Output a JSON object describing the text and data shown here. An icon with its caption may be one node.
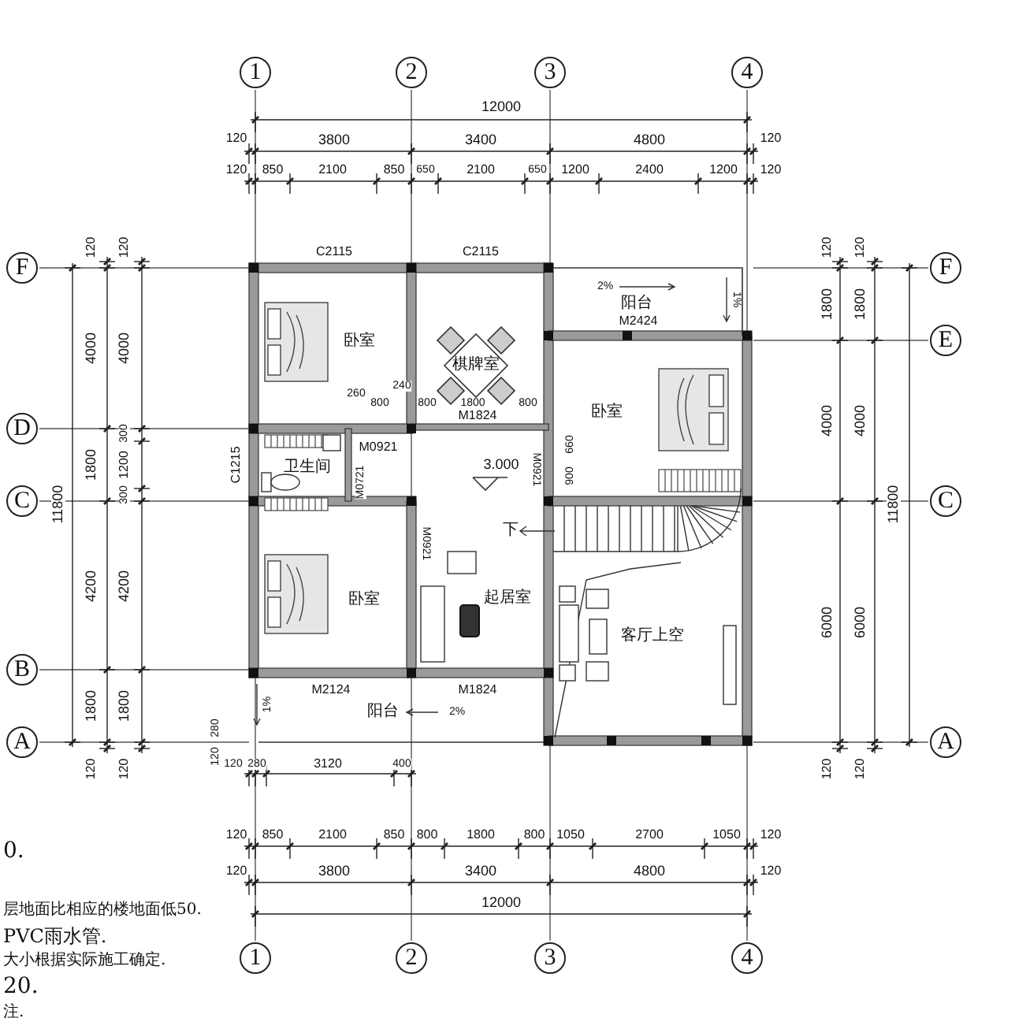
{
  "diagram": {
    "nodes": [
      {
        "text": [
          "1"
        ]
      },
      {
        "text": [
          "2"
        ]
      },
      {
        "text": [
          "3"
        ]
      },
      {
        "text": [
          "4"
        ]
      },
      {
        "text": [
          "F"
        ]
      },
      {
        "text": [
          "F"
        ]
      },
      {
        "text": [
          "E"
        ]
      },
      {
        "text": [
          "D"
        ]
      },
      {
        "text": [
          "C"
        ]
      },
      {
        "text": [
          "C"
        ]
      },
      {
        "text": [
          "B"
        ]
      },
      {
        "text": [
          "A"
        ]
      },
      {
        "text": [
          "A"
        ]
      },
      {
        "text": [
          "1"
        ]
      },
      {
        "text": [
          "2"
        ]
      },
      {
        "text": [
          "3"
        ]
      },
      {
        "text": [
          "4"
        ]
      }
    ],
    "labels": [
      "12000",
      "120",
      "3800",
      "3400",
      "4800",
      "120",
      "120",
      "850",
      "2100",
      "850",
      "650",
      "2100",
      "650",
      "1200",
      "2400",
      "1200",
      "120",
      "120",
      "120",
      "120",
      "120",
      "C2115",
      "C2115",
      "2%",
      "阳台",
      "M2424",
      "1%",
      "4000",
      "4000",
      "1800",
      "1800",
      "卧室",
      "棋牌室",
      "卧室",
      "4000",
      "4000",
      "260",
      "240",
      "800",
      "800",
      "1800",
      "M1824",
      "800",
      "300",
      "1800",
      "1200",
      "300",
      "11800",
      "M0921",
      "卫生间",
      "C1215",
      "3.000",
      "M0721",
      "M0921",
      "660",
      "900",
      "11800",
      "下",
      "M0921",
      "4200",
      "4200",
      "卧室",
      "起居室",
      "客厅上空",
      "6000",
      "6000",
      "M2124",
      "M1824",
      "阳台",
      "2%",
      "1%",
      "1800",
      "1800",
      "280",
      "120",
      "120",
      "280",
      "3120",
      "400",
      "120",
      "120",
      "120",
      "120",
      "120",
      "850",
      "2100",
      "850",
      "800",
      "1800",
      "800",
      "1050",
      "2700",
      "1050",
      "120",
      "120",
      "3800",
      "3400",
      "4800",
      "120",
      "12000",
      "0.",
      "层地面比相应的楼地面低50.",
      "PVC雨水管.",
      "大小根据实际施工确定.",
      "20.",
      "注."
    ]
  }
}
